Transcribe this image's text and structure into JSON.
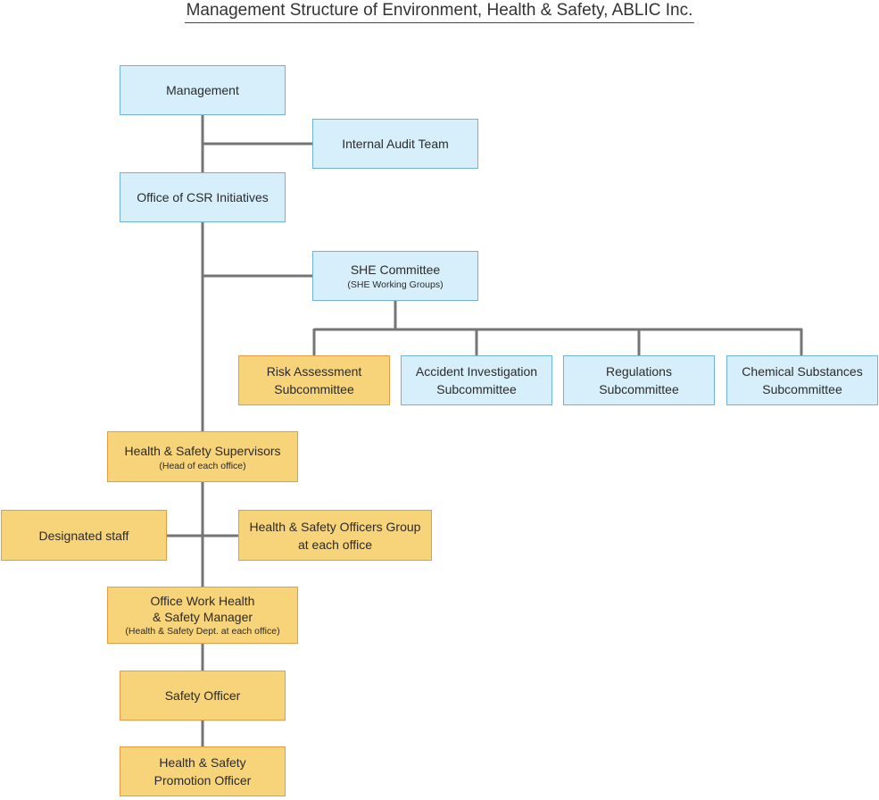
{
  "title": "Management Structure of Environment, Health & Safety, ABLIC Inc.",
  "colors": {
    "blue_fill": "#d7effa",
    "blue_border": "#6fb3dd",
    "orange_fill": "#f7d37a",
    "orange_border": "#e89a45",
    "connector": "#757575"
  },
  "nodes": {
    "management": {
      "line1": "Management"
    },
    "internal_audit": {
      "line1": "Internal Audit Team"
    },
    "csr_office": {
      "line1": "Office of CSR Initiatives"
    },
    "she_committee": {
      "line1": "SHE Committee",
      "sub": "(SHE Working Groups)"
    },
    "risk_assessment": {
      "line1": "Risk Assessment",
      "line2": "Subcommittee"
    },
    "accident_investigation": {
      "line1": "Accident Investigation",
      "line2": "Subcommittee"
    },
    "regulations": {
      "line1": "Regulations",
      "line2": "Subcommittee"
    },
    "chemical_substances": {
      "line1": "Chemical Substances",
      "line2": "Subcommittee"
    },
    "hs_supervisors": {
      "line1": "Health & Safety Supervisors",
      "sub": "(Head of each office)"
    },
    "designated_staff": {
      "line1": "Designated staff"
    },
    "hs_officers_group": {
      "line1": "Health & Safety Officers Group",
      "line2": "at each office"
    },
    "office_work_manager": {
      "line1": "Office Work Health",
      "line2": "& Safety Manager",
      "sub": "(Health & Safety Dept. at each office)"
    },
    "safety_officer": {
      "line1": "Safety Officer"
    },
    "promotion_officer": {
      "line1": "Health & Safety",
      "line2": "Promotion Officer"
    }
  }
}
